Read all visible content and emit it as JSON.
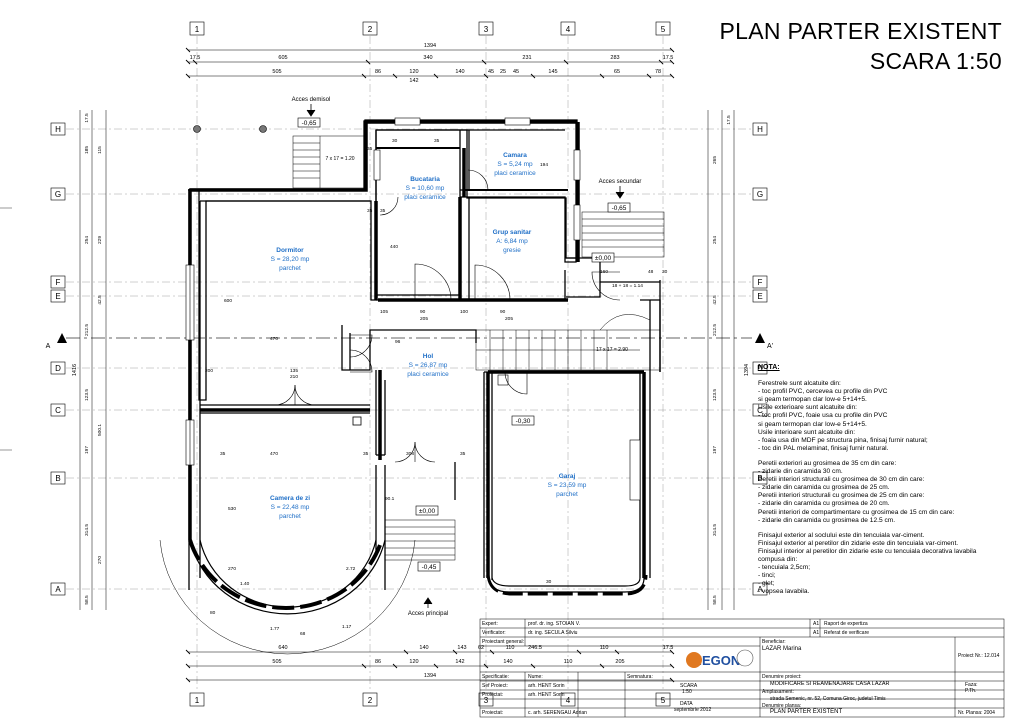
{
  "title": {
    "line1": "PLAN PARTER EXISTENT",
    "line2": "SCARA 1:50"
  },
  "axes": {
    "top": [
      "1",
      "2",
      "3",
      "4",
      "5"
    ],
    "left": [
      "H",
      "G",
      "F",
      "E",
      "D",
      "C",
      "B",
      "A"
    ]
  },
  "dims": {
    "total": "1394",
    "top_row1": [
      "17.5",
      "605",
      "340",
      "231",
      "283",
      "17.5"
    ],
    "top_row2": [
      "505",
      "86",
      "120",
      "142",
      "140",
      "45",
      "25",
      "45",
      "145",
      "65",
      "78"
    ],
    "bottom_row1": [
      "640",
      "140",
      "143",
      "62",
      "110",
      "246.5",
      "110",
      "17.5"
    ],
    "bottom_row2": [
      "505",
      "86",
      "120",
      "142",
      "140",
      "110",
      "205"
    ],
    "left_side": "1416",
    "right_side": "1394"
  },
  "rooms": [
    {
      "name": "Bucataria",
      "area": "S = 10,60 mp",
      "finish": "placi ceramice"
    },
    {
      "name": "Camara",
      "area": "S = 5,24 mp",
      "finish": "placi ceramice"
    },
    {
      "name": "Grup sanitar",
      "area": "A: 6,84 mp",
      "finish": "gresie"
    },
    {
      "name": "Dormitor",
      "area": "S = 28,20 mp",
      "finish": "parchet"
    },
    {
      "name": "Hol",
      "area": "S = 26,87 mp",
      "finish": "placi ceramice"
    },
    {
      "name": "Garaj",
      "area": "S = 23,59 mp",
      "finish": "parchet"
    },
    {
      "name": "Camera de zi",
      "area": "S = 22,48 mp",
      "finish": "parchet"
    }
  ],
  "labels": {
    "acces_demisol": "Acces demisol",
    "acces_secundar": "Acces secundar",
    "acces_principal": "Acces principal",
    "lvl_m065a": "-0,65",
    "lvl_m065b": "-0,65",
    "lvl_000a": "±0,00",
    "lvl_000b": "±0,00",
    "lvl_m030": "-0,30",
    "lvl_m045": "-0,45",
    "stair1": "7 x 17 = 1.20",
    "stair2": "17 x 17 = 2.90",
    "section_a": "A",
    "section_a2": "A'"
  },
  "note": {
    "heading": "NOTA:",
    "lines": [
      "Ferestrele sunt alcatuite din:",
      "- toc profil PVC, cercevea cu profile din PVC",
      "si geam termopan clar low-e 5+14+5.",
      "Usile exterioare sunt alcatuite din:",
      "- toc profil PVC, foaie usa cu profile din PVC",
      "si geam termopan clar low-e 5+14+5.",
      "Usile interioare sunt alcatuite din:",
      "- foaia usa din MDF pe structura pina, finisaj furnir natural;",
      "- toc din PAL melaminat, finisaj furnir natural.",
      "",
      "Peretii exteriori au grosimea de 35 cm din care:",
      "- zidarie din caramida 30 cm.",
      "Peretii interiori structurali cu grosimea de 30 cm din care:",
      "- zidarie din caramida cu grosimea de 25 cm.",
      "Peretii interiori structurali cu grosimea de 25 cm din care:",
      "- zidarie din caramida cu grosimea de 20 cm.",
      "Peretii interiori de compartimentare cu grosimea de 15 cm din care:",
      "- zidarie din caramida cu grosimea de 12.5 cm.",
      "",
      "Finisajul exterior al soclului este din tencuiala var-ciment.",
      "Finisajul exterior al peretilor din zidarie este din tencuiala var-ciment.",
      "Finisajul interior al peretilor din zidarie este cu tencuiala decorativa lavabila",
      "compusa din:",
      "- tencuiala 2,5cm;",
      "- tinci;",
      "- glet;",
      "- vopsea lavabila."
    ]
  },
  "titleblock": {
    "expert": "Expert:",
    "expert_name": "prof. dr. ing. STOIAN V.",
    "expert_a": "A1",
    "expert_doc": "Raport de expertiza",
    "verif": "Verificator:",
    "verif_name": "dr. ing. SECULA Silviu",
    "verif_a": "A1",
    "verif_doc": "Referat de verificare",
    "proiectant": "Proiectant general:",
    "company": "SIEGON",
    "beneficiar_lbl": "Beneficiar:",
    "beneficiar": "LAZAR Marina",
    "proiect_nr": "Proiect Nr.: 12.014",
    "spec": "Specificatie:",
    "spec_nume": "Nume:",
    "spec_sem": "Semnatura:",
    "denumire_lbl": "Denumire proiect:",
    "denumire": "MODIFICARE SI REAMENAJARE CASA LAZAR",
    "sef": "Sef Proiect:",
    "sef_name": "arh. HENT Sorin",
    "proiectat": "Proiectat:",
    "proiectat_name": "arh. HENT Sorin",
    "amplasament_lbl": "Amplasament:",
    "amplasament": "strada Semenic, nr. 52, Comuna Giroc, judetul Timis",
    "desenat": "Proiectat:",
    "desenat_name": "c. arh. SERENGAU Adrian",
    "scara_lbl": "SCARA",
    "scara": "1:50",
    "data_lbl": "DATA",
    "data": "septembrie 2012",
    "plansa_lbl": "Denumire plansa:",
    "plansa": "PLAN PARTER EXISTENT",
    "faza_lbl": "Faza:",
    "faza": "P.Th.",
    "nr_plansa": "Nr. Plansa: 2004"
  }
}
